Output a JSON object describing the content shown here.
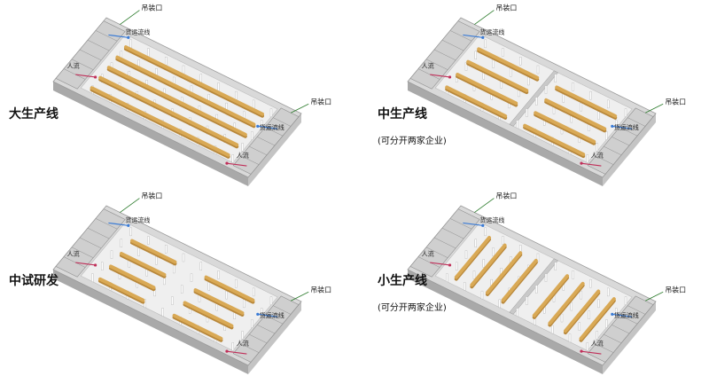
{
  "colors": {
    "floor": "#efefef",
    "wall_top": "#d9d9d9",
    "wall_side": "#a9a9a9",
    "line_bar": "#d9a955",
    "line_bar_dark": "#b8873a",
    "column": "#ffffff",
    "leader": "#2a7a2a",
    "arrow_blue": "#3a7bd5",
    "arrow_red": "#c0305a"
  },
  "panels": [
    {
      "title": "大生产线",
      "subtitle": "",
      "labels": {
        "hoist_top": "吊装口",
        "hoist_right": "吊装口",
        "logistics_top": "货运流线",
        "logistics_right": "货运流线",
        "people_left": "人流",
        "people_right": "人流"
      },
      "layout": "large"
    },
    {
      "title": "中生产线",
      "subtitle": "(可分开两家企业)",
      "labels": {
        "hoist_top": "吊装口",
        "hoist_right": "吊装口",
        "logistics_top": "货运流线",
        "logistics_right": "货运流线",
        "people_left": "人流",
        "people_right": "人流"
      },
      "layout": "medium"
    },
    {
      "title": "中试研发",
      "subtitle": "",
      "labels": {
        "hoist_top": "吊装口",
        "hoist_right": "吊装口",
        "logistics_top": "货运流线",
        "logistics_right": "货运流线",
        "people_left": "人流",
        "people_right": "人流"
      },
      "layout": "pilot"
    },
    {
      "title": "小生产线",
      "subtitle": "(可分开两家企业)",
      "labels": {
        "hoist_top": "吊装口",
        "hoist_right": "吊装口",
        "logistics_top": "货运流线",
        "logistics_right": "货运流线",
        "people_left": "人流",
        "people_right": "人流"
      },
      "layout": "small"
    }
  ]
}
